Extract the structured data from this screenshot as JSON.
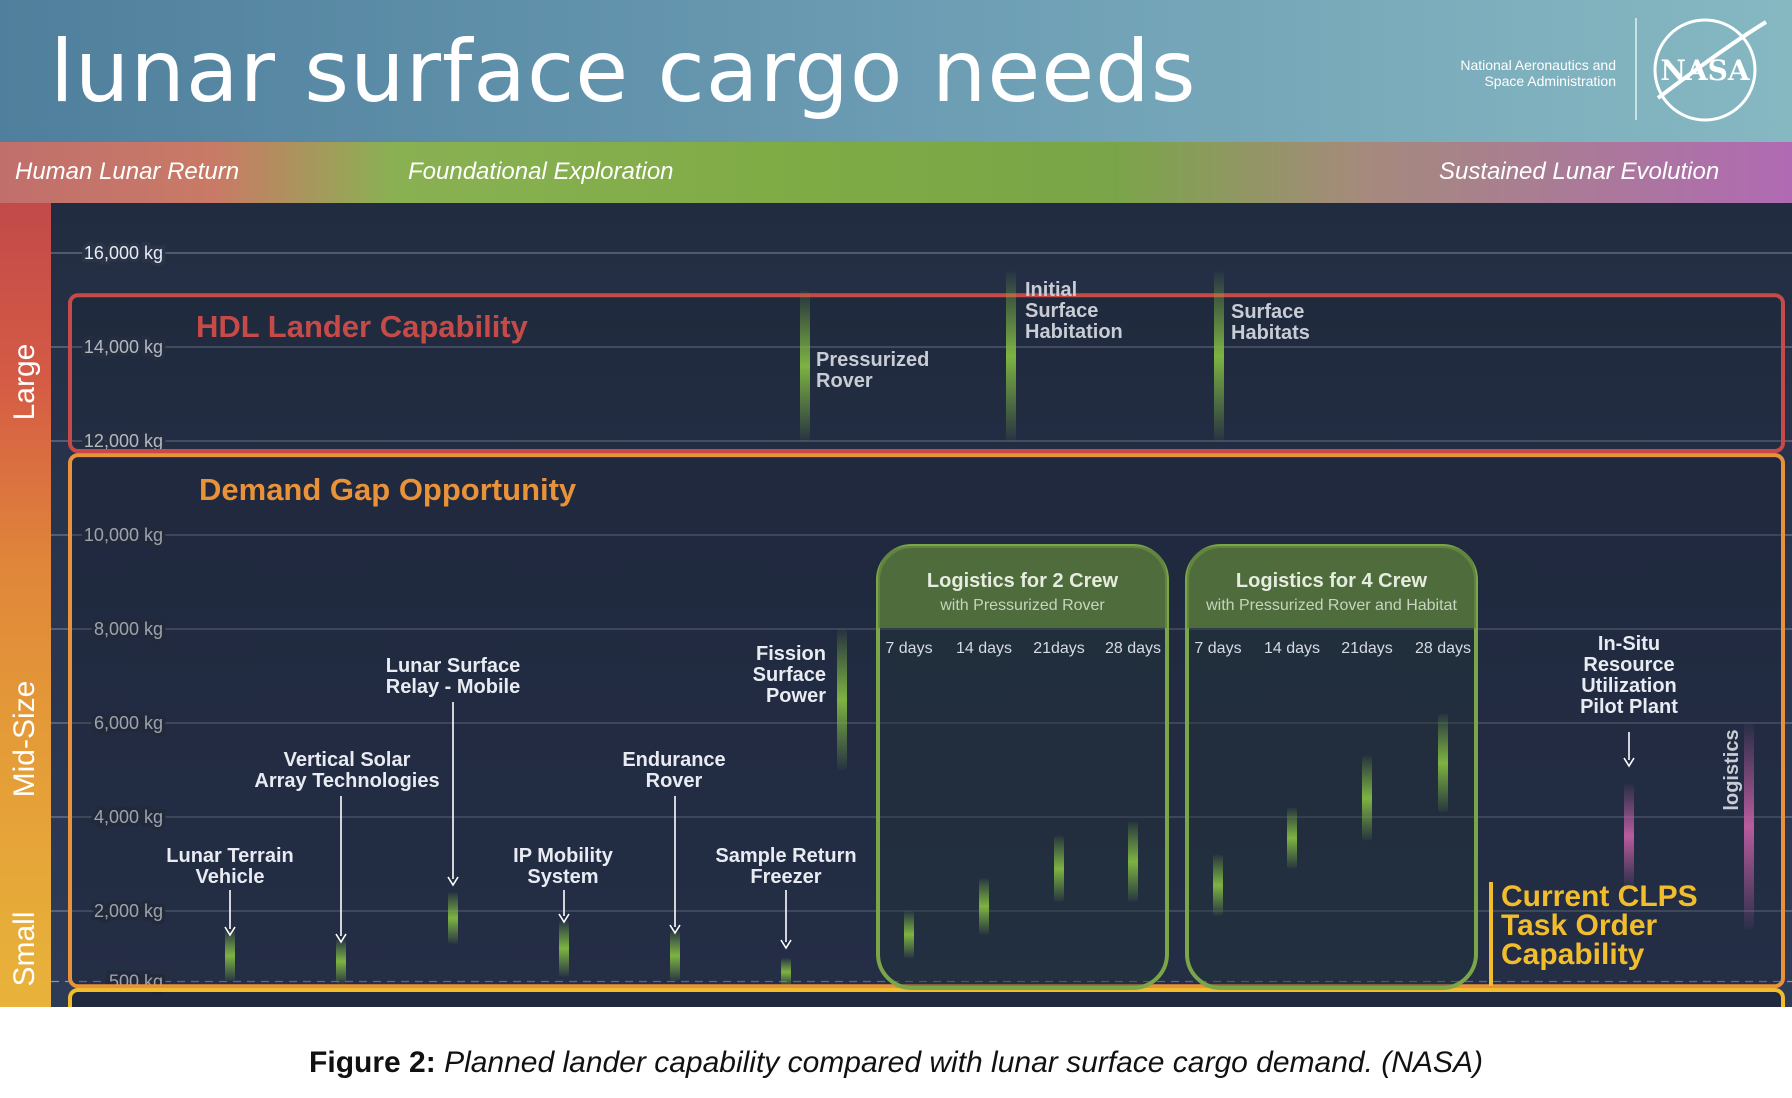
{
  "header": {
    "title": "lunar surface cargo needs",
    "agency_line1": "National Aeronautics and",
    "agency_line2": "Space Administration",
    "logo_text": "NASA"
  },
  "phases": [
    "Human Lunar Return",
    "Foundational Exploration",
    "Sustained Lunar Evolution"
  ],
  "size_classes": [
    "Large",
    "Mid-Size",
    "Small"
  ],
  "caption": {
    "label": "Figure 2:",
    "text": "Planned lander capability compared with lunar surface cargo demand.  (NASA)"
  },
  "colors": {
    "hdl": "#c64a48",
    "demand_gap": "#e8923a",
    "clps": "#f2bd2c",
    "payload": "#7db342",
    "isru": "#b85c9e"
  },
  "chart_data": {
    "type": "bar",
    "y_axis": {
      "ticks": [
        {
          "value": 500,
          "label": "500 kg"
        },
        {
          "value": 2000,
          "label": "2,000 kg"
        },
        {
          "value": 4000,
          "label": "4,000 kg"
        },
        {
          "value": 6000,
          "label": "6,000 kg"
        },
        {
          "value": 8000,
          "label": "8,000 kg"
        },
        {
          "value": 10000,
          "label": "10,000 kg"
        },
        {
          "value": 12000,
          "label": "12,000 kg"
        },
        {
          "value": 14000,
          "label": "14,000 kg"
        },
        {
          "value": 16000,
          "label": "16,000 kg"
        }
      ],
      "ylim": [
        0,
        17000
      ]
    },
    "regions": [
      {
        "name": "HDL Lander Capability",
        "range": [
          12000,
          15100
        ]
      },
      {
        "name": "Demand Gap Opportunity",
        "range": [
          400,
          11700
        ]
      },
      {
        "name": "Current CLPS Task Order Capability",
        "range": [
          0,
          400
        ]
      }
    ],
    "payloads": [
      {
        "label": "Lunar Terrain Vehicle",
        "range": [
          500,
          1600
        ]
      },
      {
        "label": "Vertical Solar Array Technologies",
        "range": [
          450,
          1400
        ]
      },
      {
        "label": "Lunar Surface Relay - Mobile",
        "range": [
          1300,
          2400
        ]
      },
      {
        "label": "IP Mobility System",
        "range": [
          600,
          1800
        ]
      },
      {
        "label": "Endurance Rover",
        "range": [
          500,
          1600
        ]
      },
      {
        "label": "Sample Return Freezer",
        "range": [
          400,
          1000
        ]
      },
      {
        "label": "Fission Surface Power",
        "range": [
          5000,
          8000
        ]
      },
      {
        "label": "Pressurized Rover",
        "range": [
          12000,
          15200
        ]
      },
      {
        "label": "Initial Surface Habitation",
        "range": [
          12000,
          15600
        ]
      },
      {
        "label": "Surface Habitats",
        "range": [
          12000,
          15600
        ]
      },
      {
        "label": "In-Situ Resource Utilization Pilot Plant",
        "range": [
          2500,
          4700
        ]
      },
      {
        "label": "logistics",
        "range": [
          1600,
          6000
        ]
      }
    ],
    "logistics_groups": [
      {
        "title": "Logistics for 2 Crew",
        "subtitle": "with Pressurized Rover",
        "durations": [
          "7 days",
          "14 days",
          "21days",
          "28 days"
        ],
        "ranges": [
          [
            1000,
            2000
          ],
          [
            1500,
            2700
          ],
          [
            2200,
            3600
          ],
          [
            2200,
            3900
          ]
        ]
      },
      {
        "title": "Logistics for 4 Crew",
        "subtitle": "with Pressurized Rover and Habitat",
        "durations": [
          "7 days",
          "14 days",
          "21days",
          "28 days"
        ],
        "ranges": [
          [
            1900,
            3200
          ],
          [
            2900,
            4200
          ],
          [
            3500,
            5300
          ],
          [
            4100,
            6200
          ]
        ]
      }
    ]
  }
}
